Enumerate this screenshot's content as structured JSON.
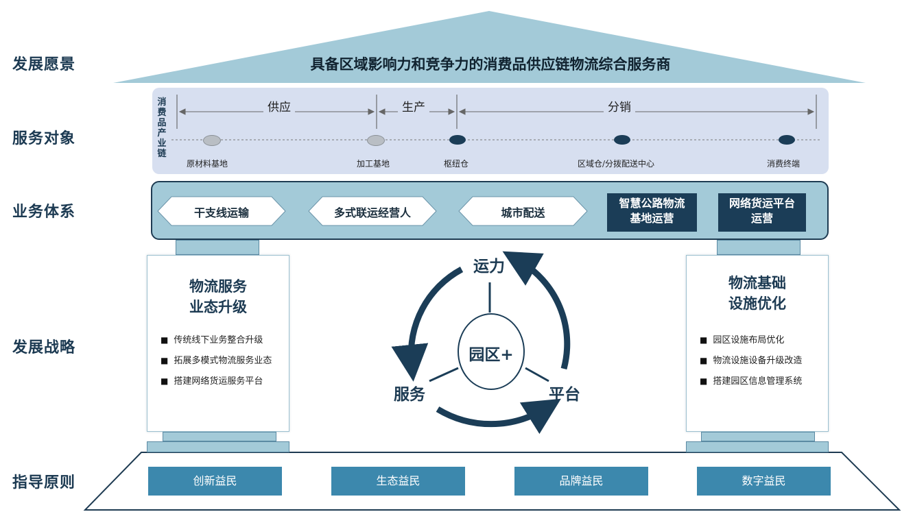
{
  "row_labels": {
    "vision": "发展愿景",
    "service_target": "服务对象",
    "business_system": "业务体系",
    "strategy": "发展战略",
    "principles": "指导原则"
  },
  "vision_text": "具备区域影响力和竞争力的消费品供应链物流综合服务商",
  "service_chain": {
    "vertical_label": "消费品产业链",
    "segments": [
      "供应",
      "生产",
      "分销"
    ],
    "nodes": [
      {
        "label": "原材料基地",
        "color": "#b9bec4"
      },
      {
        "label": "加工基地",
        "color": "#b9bec4"
      },
      {
        "label": "枢纽仓",
        "color": "#1b3d57"
      },
      {
        "label": "区域仓/分拨配送中心",
        "color": "#1b3d57"
      },
      {
        "label": "消费终端",
        "color": "#1b3d57"
      }
    ]
  },
  "business_items": [
    "干支线运输",
    "多式联运经营人",
    "城市配送"
  ],
  "business_dark_items": [
    {
      "line1": "智慧公路物流",
      "line2": "基地运营"
    },
    {
      "line1": "网络货运平台",
      "line2": "运营"
    }
  ],
  "left_pillar": {
    "title_line1": "物流服务",
    "title_line2": "业态升级",
    "bullets": [
      "传统线下业务整合升级",
      "拓展多模式物流服务业态",
      "搭建网络货运服务平台"
    ]
  },
  "right_pillar": {
    "title_line1": "物流基础",
    "title_line2": "设施优化",
    "bullets": [
      "园区设施布局优化",
      "物流设施设备升级改造",
      "搭建园区信息管理系统"
    ]
  },
  "cycle": {
    "center": "园区+",
    "top": "运力",
    "left": "服务",
    "right": "平台"
  },
  "principles": [
    "创新益民",
    "生态益民",
    "品牌益民",
    "数字益民"
  ],
  "colors": {
    "light_blue": "#a3cad8",
    "navy": "#1b3d57",
    "mid_blue": "#3c88ad",
    "panel": "#d7dff0"
  }
}
